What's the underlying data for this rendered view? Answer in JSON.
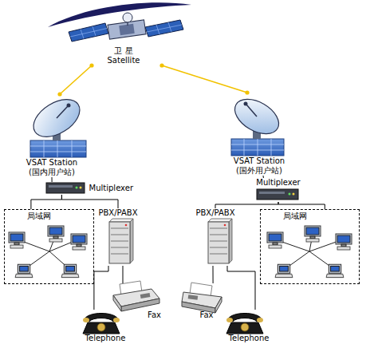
{
  "diagram": {
    "nodes": [
      {
        "text": [
          "卫 星",
          "Satellite"
        ]
      },
      {
        "text": [
          "VSAT Station",
          "(国内用户站)"
        ]
      },
      {
        "text": [
          "VSAT Station",
          "(国外用户站)"
        ]
      },
      {
        "text": [
          "Multiplexer"
        ]
      },
      {
        "text": [
          "Multiplexer"
        ]
      },
      {
        "text": [
          "局域网"
        ]
      },
      {
        "text": [
          "PBX/PABX"
        ]
      },
      {
        "text": [
          "PBX/PABX"
        ]
      },
      {
        "text": [
          "局域网"
        ]
      },
      {
        "text": [
          "Fax"
        ]
      },
      {
        "text": [
          "Fax"
        ]
      },
      {
        "text": [
          "Telephone"
        ]
      },
      {
        "text": [
          "Telephone"
        ]
      }
    ],
    "edges": [
      {
        "from": 0,
        "to": 1,
        "arrow": "none"
      },
      {
        "from": 0,
        "to": 2,
        "arrow": "none"
      },
      {
        "from": 1,
        "to": 3,
        "arrow": "none"
      },
      {
        "from": 2,
        "to": 4,
        "arrow": "none"
      },
      {
        "from": 3,
        "to": 5,
        "arrow": "none"
      },
      {
        "from": 3,
        "to": 6,
        "arrow": "none"
      },
      {
        "from": 4,
        "to": 7,
        "arrow": "none"
      },
      {
        "from": 4,
        "to": 8,
        "arrow": "none"
      },
      {
        "from": 6,
        "to": 9,
        "arrow": "none"
      },
      {
        "from": 6,
        "to": 11,
        "arrow": "none"
      },
      {
        "from": 7,
        "to": 10,
        "arrow": "none"
      },
      {
        "from": 7,
        "to": 12,
        "arrow": "none"
      }
    ]
  }
}
